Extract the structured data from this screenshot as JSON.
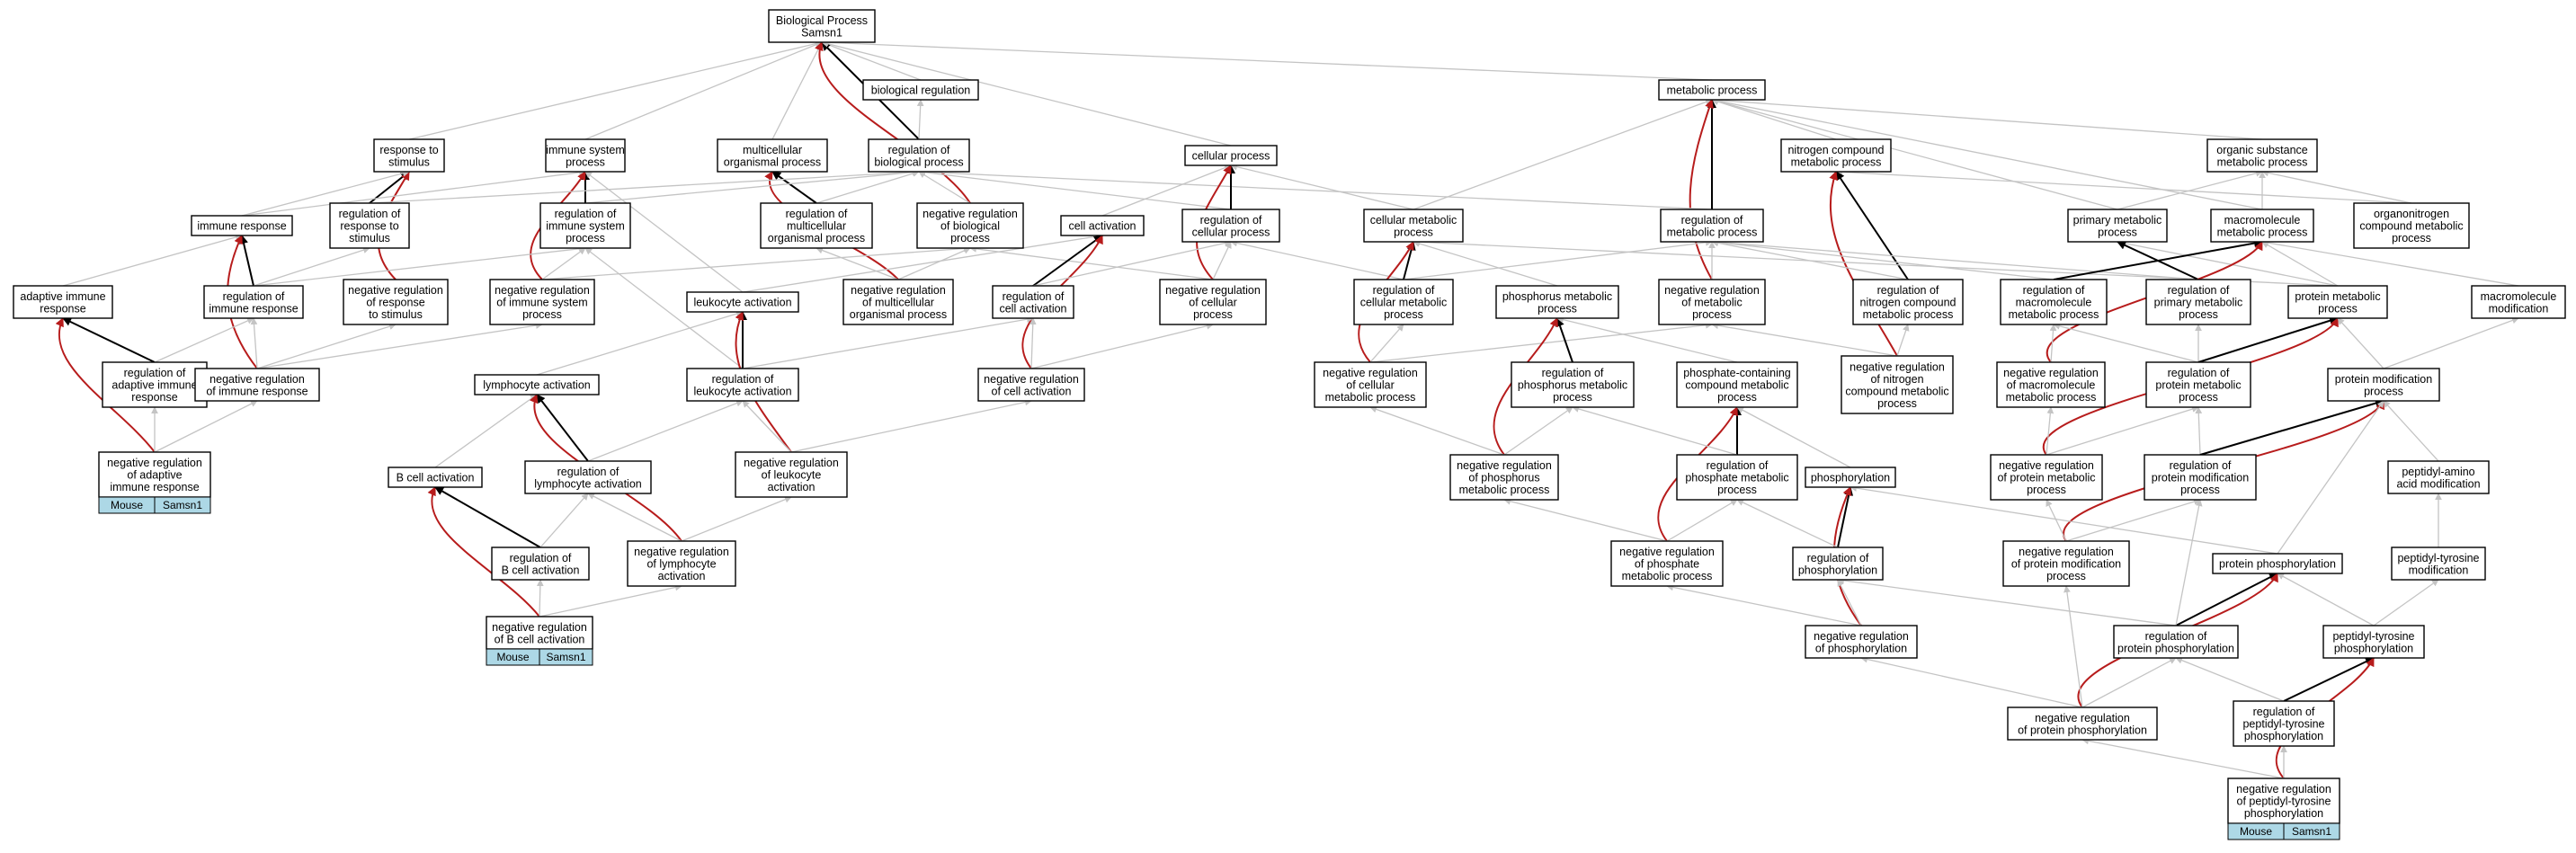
{
  "nodes": {
    "bp": [
      "Biological Process",
      "Samsn1"
    ],
    "bioreg": [
      "biological regulation"
    ],
    "resp": [
      "response to",
      "stimulus"
    ],
    "imsys": [
      "immune system",
      "process"
    ],
    "multi": [
      "multicellular",
      "organismal process"
    ],
    "regbio": [
      "regulation of",
      "biological process"
    ],
    "cellproc": [
      "cellular process"
    ],
    "metab": [
      "metabolic process"
    ],
    "nitro": [
      "nitrogen compound",
      "metabolic process"
    ],
    "organic": [
      "organic substance",
      "metabolic process"
    ],
    "immresp": [
      "immune response"
    ],
    "regresp": [
      "regulation of",
      "response to",
      "stimulus"
    ],
    "regimsys": [
      "regulation of",
      "immune system",
      "process"
    ],
    "regmulti": [
      "regulation of",
      "multicellular",
      "organismal process"
    ],
    "negregbio": [
      "negative regulation",
      "of biological",
      "process"
    ],
    "cellact": [
      "cell activation"
    ],
    "regcell": [
      "regulation of",
      "cellular process"
    ],
    "cellmet": [
      "cellular metabolic",
      "process"
    ],
    "regmet": [
      "regulation of",
      "metabolic process"
    ],
    "primary": [
      "primary metabolic",
      "process"
    ],
    "macro": [
      "macromolecule",
      "metabolic process"
    ],
    "organonitro": [
      "organonitrogen",
      "compound metabolic",
      "process"
    ],
    "adaptive": [
      "adaptive immune",
      "response"
    ],
    "regimmresp": [
      "regulation of",
      "immune response"
    ],
    "negregresp": [
      "negative regulation",
      "of response",
      "to stimulus"
    ],
    "negregimsys": [
      "negative regulation",
      "of immune system",
      "process"
    ],
    "leukact": [
      "leukocyte activation"
    ],
    "negregmulti": [
      "negative regulation",
      "of multicellular",
      "organismal process"
    ],
    "regcellact": [
      "regulation of",
      "cell activation"
    ],
    "negregcell": [
      "negative regulation",
      "of cellular",
      "process"
    ],
    "regcellmet": [
      "regulation of",
      "cellular metabolic",
      "process"
    ],
    "phosmet": [
      "phosphorus metabolic",
      "process"
    ],
    "negregmet": [
      "negative regulation",
      "of metabolic",
      "process"
    ],
    "regnitro": [
      "regulation of",
      "nitrogen compound",
      "metabolic process"
    ],
    "regmacro": [
      "regulation of",
      "macromolecule",
      "metabolic process"
    ],
    "regprimary": [
      "regulation of",
      "primary metabolic",
      "process"
    ],
    "protmet": [
      "protein metabolic",
      "process"
    ],
    "macromod": [
      "macromolecule",
      "modification"
    ],
    "regadaptive": [
      "regulation of",
      "adaptive immune",
      "response"
    ],
    "negregimmresp": [
      "negative regulation",
      "of immune response"
    ],
    "lymph": [
      "lymphocyte activation"
    ],
    "regleuk": [
      "regulation of",
      "leukocyte activation"
    ],
    "negregcellact": [
      "negative regulation",
      "of cell activation"
    ],
    "negregcellmet": [
      "negative regulation",
      "of cellular",
      "metabolic process"
    ],
    "regphosmet": [
      "regulation of",
      "phosphorus metabolic",
      "process"
    ],
    "phoscont": [
      "phosphate-containing",
      "compound metabolic",
      "process"
    ],
    "negregnitro": [
      "negative regulation",
      "of nitrogen",
      "compound metabolic",
      "process"
    ],
    "negregmacro": [
      "negative regulation",
      "of macromolecule",
      "metabolic process"
    ],
    "regprotmet": [
      "regulation of",
      "protein metabolic",
      "process"
    ],
    "protmod": [
      "protein modification",
      "process"
    ],
    "negregadaptive": [
      "negative regulation",
      "of adaptive",
      "immune response"
    ],
    "bcell": [
      "B cell activation"
    ],
    "reglymph": [
      "regulation of",
      "lymphocyte activation"
    ],
    "negregleuk": [
      "negative regulation",
      "of leukocyte",
      "activation"
    ],
    "negregphosmet": [
      "negative regulation",
      "of phosphorus",
      "metabolic process"
    ],
    "regphosphate": [
      "regulation of",
      "phosphate metabolic",
      "process"
    ],
    "phosphorylation": [
      "phosphorylation"
    ],
    "negregprotmet": [
      "negative regulation",
      "of protein metabolic",
      "process"
    ],
    "regprotmod": [
      "regulation of",
      "protein modification",
      "process"
    ],
    "peptidylamino": [
      "peptidyl-amino",
      "acid modification"
    ],
    "regbcell": [
      "regulation of",
      "B cell activation"
    ],
    "negreglymph": [
      "negative regulation",
      "of lymphocyte",
      "activation"
    ],
    "negregphosphate": [
      "negative regulation",
      "of phosphate",
      "metabolic process"
    ],
    "regphosphorylation": [
      "regulation of",
      "phosphorylation"
    ],
    "negregprotmod": [
      "negative regulation",
      "of protein modification",
      "process"
    ],
    "protphos": [
      "protein phosphorylation"
    ],
    "peptyrmod": [
      "peptidyl-tyrosine",
      "modification"
    ],
    "negregbcell": [
      "negative regulation",
      "of B cell activation"
    ],
    "negregphosphorylation": [
      "negative regulation",
      "of phosphorylation"
    ],
    "regprotphos": [
      "regulation of",
      "protein phosphorylation"
    ],
    "peptyrphos": [
      "peptidyl-tyrosine",
      "phosphorylation"
    ],
    "negregprotphos": [
      "negative regulation",
      "of protein phosphorylation"
    ],
    "regpeptyr": [
      "regulation of",
      "peptidyl-tyrosine",
      "phosphorylation"
    ],
    "negregpeptyr": [
      "negative regulation",
      "of peptidyl-tyrosine",
      "phosphorylation"
    ]
  },
  "annotations": [
    {
      "node": "negregadaptive",
      "organism": "Mouse",
      "gene": "Samsn1"
    },
    {
      "node": "negregbcell",
      "organism": "Mouse",
      "gene": "Samsn1"
    },
    {
      "node": "negregpeptyr",
      "organism": "Mouse",
      "gene": "Samsn1"
    }
  ],
  "edges": [
    [
      "bioreg",
      "bp",
      "gray"
    ],
    [
      "resp",
      "bp",
      "gray"
    ],
    [
      "imsys",
      "bp",
      "gray"
    ],
    [
      "multi",
      "bp",
      "gray"
    ],
    [
      "regbio",
      "bp",
      "black"
    ],
    [
      "cellproc",
      "bp",
      "gray"
    ],
    [
      "metab",
      "bp",
      "gray"
    ],
    [
      "negregbio",
      "bp",
      "red"
    ],
    [
      "regbio",
      "bioreg",
      "gray"
    ],
    [
      "nitro",
      "metab",
      "gray"
    ],
    [
      "organic",
      "metab",
      "gray"
    ],
    [
      "primary",
      "metab",
      "gray"
    ],
    [
      "macro",
      "metab",
      "gray"
    ],
    [
      "cellmet",
      "metab",
      "gray"
    ],
    [
      "regmet",
      "metab",
      "black"
    ],
    [
      "negregmet",
      "metab",
      "red"
    ],
    [
      "regresp",
      "resp",
      "black"
    ],
    [
      "negregresp",
      "resp",
      "red"
    ],
    [
      "immresp",
      "resp",
      "gray"
    ],
    [
      "immresp",
      "imsys",
      "gray"
    ],
    [
      "regimsys",
      "imsys",
      "black"
    ],
    [
      "negregimsys",
      "imsys",
      "red"
    ],
    [
      "leukact",
      "imsys",
      "gray"
    ],
    [
      "regmulti",
      "multi",
      "black"
    ],
    [
      "negregmulti",
      "multi",
      "red"
    ],
    [
      "regresp",
      "regbio",
      "gray"
    ],
    [
      "regimsys",
      "regbio",
      "gray"
    ],
    [
      "regmulti",
      "regbio",
      "gray"
    ],
    [
      "negregbio",
      "regbio",
      "gray"
    ],
    [
      "regcell",
      "regbio",
      "gray"
    ],
    [
      "regmet",
      "regbio",
      "gray"
    ],
    [
      "cellact",
      "cellproc",
      "gray"
    ],
    [
      "regcell",
      "cellproc",
      "black"
    ],
    [
      "negregcell",
      "cellproc",
      "red"
    ],
    [
      "cellmet",
      "cellproc",
      "gray"
    ],
    [
      "organonitro",
      "organic",
      "gray"
    ],
    [
      "macro",
      "organic",
      "gray"
    ],
    [
      "primary",
      "organic",
      "gray"
    ],
    [
      "organonitro",
      "nitro",
      "gray"
    ],
    [
      "regnitro",
      "nitro",
      "black"
    ],
    [
      "negregnitro",
      "nitro",
      "red"
    ],
    [
      "adaptive",
      "immresp",
      "gray"
    ],
    [
      "regimmresp",
      "immresp",
      "black"
    ],
    [
      "negregimmresp",
      "immresp",
      "red"
    ],
    [
      "regimmresp",
      "regresp",
      "gray"
    ],
    [
      "regimmresp",
      "regimsys",
      "gray"
    ],
    [
      "negregimsys",
      "regimsys",
      "gray"
    ],
    [
      "regleuk",
      "regimsys",
      "gray"
    ],
    [
      "negregmulti",
      "regmulti",
      "gray"
    ],
    [
      "negregmulti",
      "negregbio",
      "gray"
    ],
    [
      "negregimsys",
      "negregbio",
      "gray"
    ],
    [
      "negregcell",
      "negregbio",
      "gray"
    ],
    [
      "leukact",
      "cellact",
      "gray"
    ],
    [
      "regcellact",
      "cellact",
      "black"
    ],
    [
      "negregcellact",
      "cellact",
      "red"
    ],
    [
      "regcellact",
      "regcell",
      "gray"
    ],
    [
      "negregcell",
      "regcell",
      "gray"
    ],
    [
      "regcellmet",
      "regcell",
      "gray"
    ],
    [
      "regcellmet",
      "cellmet",
      "black"
    ],
    [
      "negregcellmet",
      "cellmet",
      "red"
    ],
    [
      "phosmet",
      "cellmet",
      "gray"
    ],
    [
      "protmet",
      "cellmet",
      "gray"
    ],
    [
      "regcellmet",
      "regmet",
      "gray"
    ],
    [
      "negregmet",
      "regmet",
      "gray"
    ],
    [
      "regnitro",
      "regmet",
      "gray"
    ],
    [
      "regmacro",
      "regmet",
      "gray"
    ],
    [
      "regprimary",
      "regmet",
      "gray"
    ],
    [
      "protmet",
      "primary",
      "gray"
    ],
    [
      "regprimary",
      "primary",
      "black"
    ],
    [
      "regmacro",
      "macro",
      "black"
    ],
    [
      "negregmacro",
      "macro",
      "red"
    ],
    [
      "protmet",
      "macro",
      "gray"
    ],
    [
      "macromod",
      "macro",
      "gray"
    ],
    [
      "regadaptive",
      "adaptive",
      "black"
    ],
    [
      "negregadaptive",
      "adaptive",
      "red"
    ],
    [
      "regadaptive",
      "regimmresp",
      "gray"
    ],
    [
      "negregimmresp",
      "regimmresp",
      "gray"
    ],
    [
      "negregimmresp",
      "negregresp",
      "gray"
    ],
    [
      "negregimmresp",
      "negregimsys",
      "gray"
    ],
    [
      "lymph",
      "leukact",
      "gray"
    ],
    [
      "regleuk",
      "leukact",
      "black"
    ],
    [
      "negregleuk",
      "leukact",
      "red"
    ],
    [
      "regleuk",
      "regcellact",
      "gray"
    ],
    [
      "negregcellact",
      "regcellact",
      "gray"
    ],
    [
      "negregcellact",
      "negregcell",
      "gray"
    ],
    [
      "negregcellmet",
      "regcellmet",
      "gray"
    ],
    [
      "negregcellmet",
      "negregmet",
      "gray"
    ],
    [
      "regphosmet",
      "phosmet",
      "black"
    ],
    [
      "negregphosmet",
      "phosmet",
      "red"
    ],
    [
      "phoscont",
      "phosmet",
      "gray"
    ],
    [
      "negregnitro",
      "regnitro",
      "gray"
    ],
    [
      "negregnitro",
      "negregmet",
      "gray"
    ],
    [
      "negregmacro",
      "regmacro",
      "gray"
    ],
    [
      "regprotmet",
      "regmacro",
      "gray"
    ],
    [
      "regprotmet",
      "regprimary",
      "gray"
    ],
    [
      "regprotmet",
      "protmet",
      "black"
    ],
    [
      "negregprotmet",
      "protmet",
      "red"
    ],
    [
      "protmod",
      "protmet",
      "gray"
    ],
    [
      "protmod",
      "macromod",
      "gray"
    ],
    [
      "negregadaptive",
      "regadaptive",
      "gray"
    ],
    [
      "negregadaptive",
      "negregimmresp",
      "gray"
    ],
    [
      "bcell",
      "lymph",
      "gray"
    ],
    [
      "reglymph",
      "lymph",
      "black"
    ],
    [
      "negreglymph",
      "lymph",
      "red"
    ],
    [
      "negregleuk",
      "regleuk",
      "gray"
    ],
    [
      "negregleuk",
      "negregcellact",
      "gray"
    ],
    [
      "reglymph",
      "regleuk",
      "gray"
    ],
    [
      "negregphosmet",
      "regphosmet",
      "gray"
    ],
    [
      "negregphosmet",
      "negregcellmet",
      "gray"
    ],
    [
      "regphosphate",
      "phoscont",
      "black"
    ],
    [
      "negregphosphate",
      "phoscont",
      "red"
    ],
    [
      "phosphorylation",
      "phoscont",
      "gray"
    ],
    [
      "regphosphate",
      "regphosmet",
      "gray"
    ],
    [
      "negregprotmet",
      "regprotmet",
      "gray"
    ],
    [
      "negregprotmet",
      "negregmacro",
      "gray"
    ],
    [
      "regprotmod",
      "regprotmet",
      "gray"
    ],
    [
      "regprotmod",
      "protmod",
      "black"
    ],
    [
      "negregprotmod",
      "protmod",
      "red"
    ],
    [
      "peptidylamino",
      "protmod",
      "gray"
    ],
    [
      "protphos",
      "protmod",
      "gray"
    ],
    [
      "negregbcell",
      "bcell",
      "red"
    ],
    [
      "regbcell",
      "bcell",
      "black"
    ],
    [
      "regbcell",
      "reglymph",
      "gray"
    ],
    [
      "negreglymph",
      "reglymph",
      "gray"
    ],
    [
      "negreglymph",
      "negregleuk",
      "gray"
    ],
    [
      "negregphosphate",
      "regphosphate",
      "gray"
    ],
    [
      "negregphosphate",
      "negregphosmet",
      "gray"
    ],
    [
      "regphosphorylation",
      "phosphorylation",
      "black"
    ],
    [
      "negregphosphorylation",
      "phosphorylation",
      "red"
    ],
    [
      "protphos",
      "phosphorylation",
      "gray"
    ],
    [
      "regphosphorylation",
      "regphosphate",
      "gray"
    ],
    [
      "negregprotmod",
      "regprotmod",
      "gray"
    ],
    [
      "negregprotmod",
      "negregprotmet",
      "gray"
    ],
    [
      "peptyrmod",
      "peptidylamino",
      "gray"
    ],
    [
      "negregbcell",
      "regbcell",
      "gray"
    ],
    [
      "negregbcell",
      "negreglymph",
      "gray"
    ],
    [
      "negregphosphorylation",
      "regphosphorylation",
      "gray"
    ],
    [
      "negregphosphorylation",
      "negregphosphate",
      "gray"
    ],
    [
      "regprotphos",
      "protphos",
      "black"
    ],
    [
      "negregprotphos",
      "protphos",
      "red"
    ],
    [
      "peptyrphos",
      "protphos",
      "gray"
    ],
    [
      "peptyrphos",
      "peptyrmod",
      "gray"
    ],
    [
      "regprotphos",
      "regphosphorylation",
      "gray"
    ],
    [
      "regprotphos",
      "regprotmod",
      "gray"
    ],
    [
      "negregprotphos",
      "regprotphos",
      "gray"
    ],
    [
      "negregprotphos",
      "negregphosphorylation",
      "gray"
    ],
    [
      "negregprotphos",
      "negregprotmod",
      "gray"
    ],
    [
      "regpeptyr",
      "peptyrphos",
      "black"
    ],
    [
      "negregpeptyr",
      "peptyrphos",
      "red"
    ],
    [
      "regpeptyr",
      "regprotphos",
      "gray"
    ],
    [
      "negregpeptyr",
      "regpeptyr",
      "gray"
    ],
    [
      "negregpeptyr",
      "negregprotphos",
      "gray"
    ]
  ]
}
